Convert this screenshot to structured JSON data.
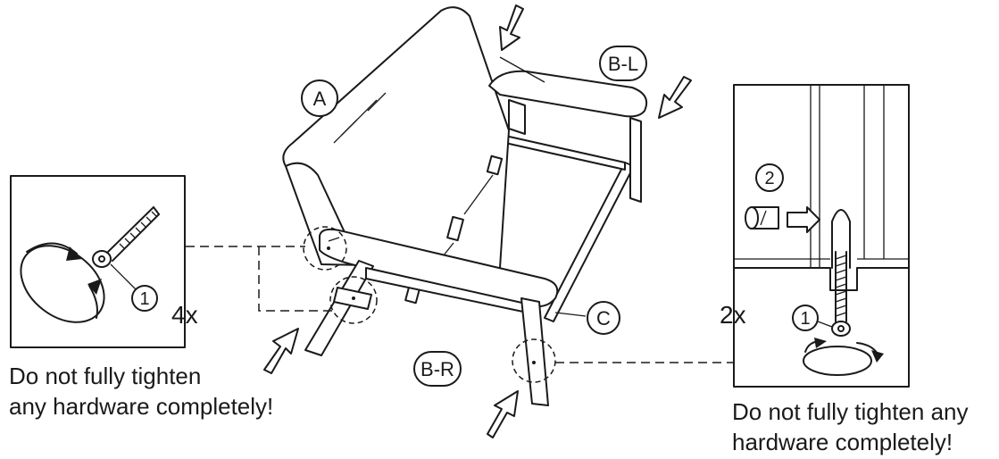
{
  "parts": {
    "seat_back": "A",
    "arm_left": "B-L",
    "arm_right": "B-R",
    "rail": "C"
  },
  "hardware": {
    "bolt_number": "1",
    "barrel_nut_number": "2"
  },
  "left_detail": {
    "quantity": "4x",
    "note_line1": "Do not fully tighten",
    "note_line2": "any hardware completely!"
  },
  "right_detail": {
    "quantity": "2x",
    "note_line1": "Do not fully tighten any",
    "note_line2": "hardware completely!"
  }
}
